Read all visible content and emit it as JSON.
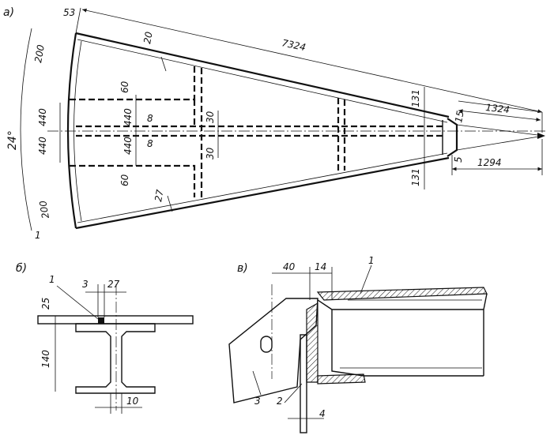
{
  "views": {
    "a": {
      "label": "а)"
    },
    "b": {
      "label": "б)"
    },
    "c": {
      "label": "в)"
    }
  },
  "view_a": {
    "dims": {
      "d53": "53",
      "d7324": "7324",
      "d1324": "1324",
      "d1294": "1294",
      "d200_top": "200",
      "d200_bot": "200",
      "d1": "1",
      "d20": "20",
      "d60_top": "60",
      "d60_bot": "60",
      "d440_a": "440",
      "d440_b": "440",
      "d440_c": "440",
      "d440_d": "440",
      "d8_top": "8",
      "d8_bot": "8",
      "d30_top": "30",
      "d30_bot": "30",
      "d27": "27",
      "d131_top": "131",
      "d131_bot": "131",
      "d15": "15",
      "d5": "5"
    },
    "angle": "24°"
  },
  "view_b": {
    "dims": {
      "d25": "25",
      "d140": "140",
      "d3": "3",
      "d27": "27",
      "d10": "10"
    },
    "callout": "1"
  },
  "view_c": {
    "dims": {
      "d40": "40",
      "d14": "14",
      "d4": "4"
    },
    "callouts": {
      "c1": "1",
      "c2": "2",
      "c3": "3"
    }
  }
}
